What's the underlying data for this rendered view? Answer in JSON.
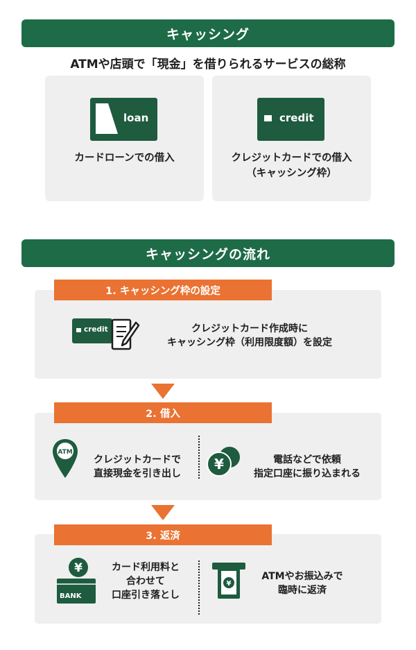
{
  "cashing": {
    "title": "キャッシング",
    "subtitle": "ATMや店頭で「現金」を借りられるサービスの総称",
    "cards": [
      {
        "icon_text": "loan",
        "label_lines": [
          "カードローンでの借入"
        ]
      },
      {
        "icon_text": "credit",
        "label_lines": [
          "クレジットカードでの借入",
          "（キャッシング枠）"
        ]
      }
    ]
  },
  "flow": {
    "title": "キャッシングの流れ",
    "steps": [
      {
        "label": "1. キャッシング枠の設定",
        "icon_text": "credit",
        "text_lines": [
          "クレジットカード作成時に",
          "キャッシング枠（利用限度額）を設定"
        ]
      },
      {
        "label": "2. 借入",
        "left": {
          "icon_text": "ATM",
          "text_lines": [
            "クレジットカードで",
            "直接現金を引き出し"
          ]
        },
        "right": {
          "icon_text": "¥",
          "text_lines": [
            "電話などで依頼",
            "指定口座に振り込まれる"
          ]
        }
      },
      {
        "label": "3. 返済",
        "left": {
          "icon_text": "¥",
          "icon_text2": "BANK",
          "text_lines": [
            "カード利用料と",
            "合わせて",
            "口座引き落とし"
          ]
        },
        "right": {
          "icon_text": "¥",
          "text_lines": [
            "ATMやお振込みで",
            "臨時に返済"
          ]
        }
      }
    ]
  },
  "colors": {
    "green": "#1e6b48",
    "orange": "#ea7232",
    "panel": "#efefef"
  }
}
